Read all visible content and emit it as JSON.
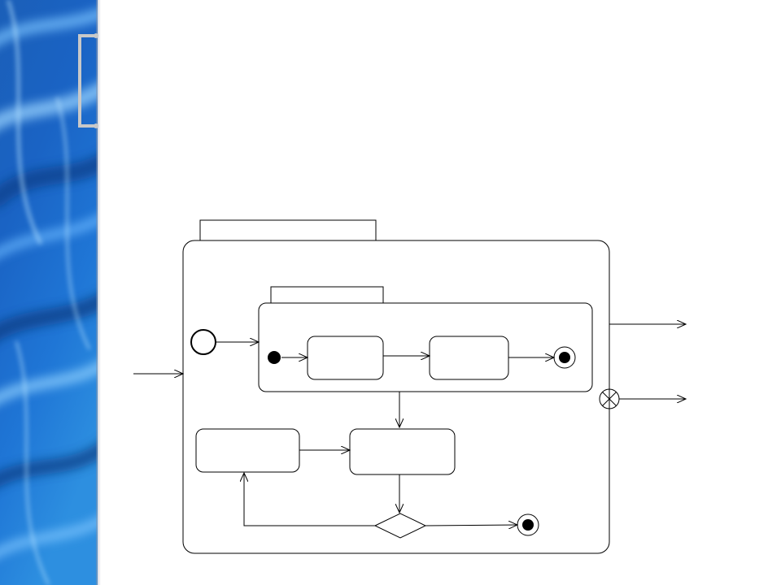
{
  "slide": {
    "title": "",
    "background_color": "#ffffff",
    "side_panel_colors": [
      "#0a3f86",
      "#1f6fd0",
      "#5fb0f0"
    ]
  },
  "diagram": {
    "outer_state": {
      "tab_label": "",
      "label": ""
    },
    "inner_state": {
      "tab_label": ""
    },
    "states": [
      {
        "id": "inner-activity-1",
        "label": ""
      },
      {
        "id": "inner-activity-2",
        "label": ""
      },
      {
        "id": "lower-activity-1",
        "label": ""
      },
      {
        "id": "lower-activity-2",
        "label": ""
      }
    ],
    "pseudostates": [
      "entry-point",
      "initial-node",
      "final-node",
      "exit-point",
      "decision-node"
    ],
    "edge_labels": []
  }
}
